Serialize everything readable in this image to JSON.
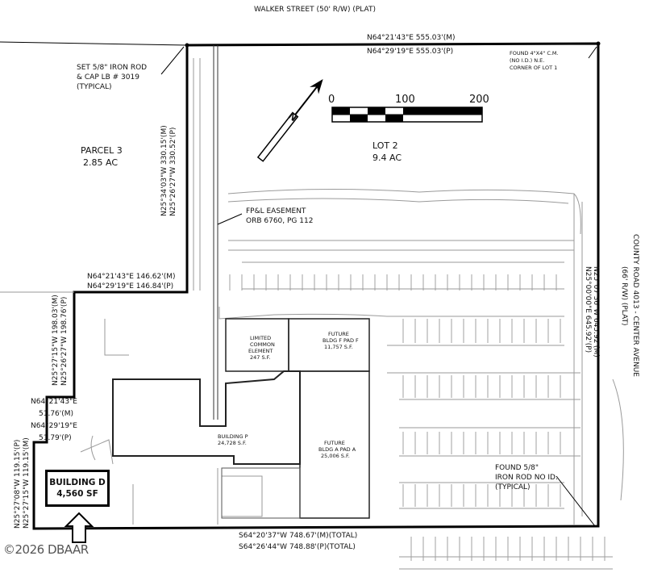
{
  "streets": {
    "north": "WALKER STREET (50' R/W) (PLAT)",
    "east_line1": "COUNTY ROAD 4013 - CENTER AVENUE",
    "east_line2": "(66' R/W) (PLAT)"
  },
  "bearings": {
    "north_m": "N64°21'43\"E 555.03'(M)",
    "north_p": "N64°29'19\"E 555.03'(P)",
    "west_upper_m": "N25°34'03\"W 330.15'(M)",
    "west_upper_p": "N25°26'27\"W 330.52'(P)",
    "mid_m": "N64°21'43\"E 146.62'(M)",
    "mid_p": "N64°29'19\"E 146.84'(P)",
    "west_mid_m": "N25°27'15\"W 198.03'(M)",
    "west_mid_p": "N25°26'27\"W 198.76'(P)",
    "jog_1": "N64°21'43\"E",
    "jog_2": "51.76'(M)",
    "jog_3": "N64°29'19\"E",
    "jog_4": "51.79'(P)",
    "west_low_m": "N25°27'15\"W 119.15'(M)",
    "west_low_p": "N25°27'08\"W 119.15'(P)",
    "east_m": "N25°07'36\"W 645.92'(M)",
    "east_p": "N25°00'00\"E 645.92'(P)",
    "south_m": "S64°20'37\"W 748.67'(M)(TOTAL)",
    "south_p": "S64°26'44\"W 748.88'(P)(TOTAL)"
  },
  "notes": {
    "iron_rod_1": "SET 5/8\" IRON ROD",
    "iron_rod_2": "& CAP LB # 3019",
    "iron_rod_3": "(TYPICAL)",
    "cm_1": "FOUND 4\"X4\" C.M.",
    "cm_2": "(NO I.D.) N.E.",
    "cm_3": "CORNER OF LOT 1",
    "found_1": "FOUND 5/8\"",
    "found_2": "IRON ROD NO ID.",
    "found_3": "(TYPICAL)",
    "easement_1": "FP&L EASEMENT",
    "easement_2": "ORB 6760, PG 112"
  },
  "parcels": {
    "parcel3_name": "PARCEL 3",
    "parcel3_area": "2.85 AC",
    "lot2_name": "LOT 2",
    "lot2_area": "9.4 AC"
  },
  "scale": {
    "t0": "0",
    "t1": "100",
    "t2": "200"
  },
  "buildings": {
    "lce_1": "LIMITED",
    "lce_2": "COMMON",
    "lce_3": "ELEMENT",
    "lce_4": "247 S.F.",
    "padf_1": "FUTURE",
    "padf_2": "BLDG F PAD F",
    "padf_3": "11,757 S.F.",
    "bldgp_1": "BUILDING P",
    "bldgp_2": "24,728 S.F.",
    "pada_1": "FUTURE",
    "pada_2": "BLDG A PAD A",
    "pada_3": "25,006 S.F.",
    "bldgd_1": "BUILDING D",
    "bldgd_2": "4,560 SF"
  },
  "watermark": "©2026 DBAAR"
}
